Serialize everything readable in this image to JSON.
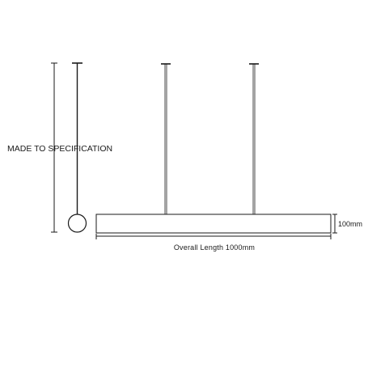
{
  "labels": {
    "drop_height": "MADE TO SPECIFICATION",
    "body_depth": "100mm",
    "overall_length": "Overall Length  1000mm"
  },
  "colors": {
    "line": "#1a1a1a",
    "text": "#1a1a1a",
    "background": "#ffffff"
  }
}
